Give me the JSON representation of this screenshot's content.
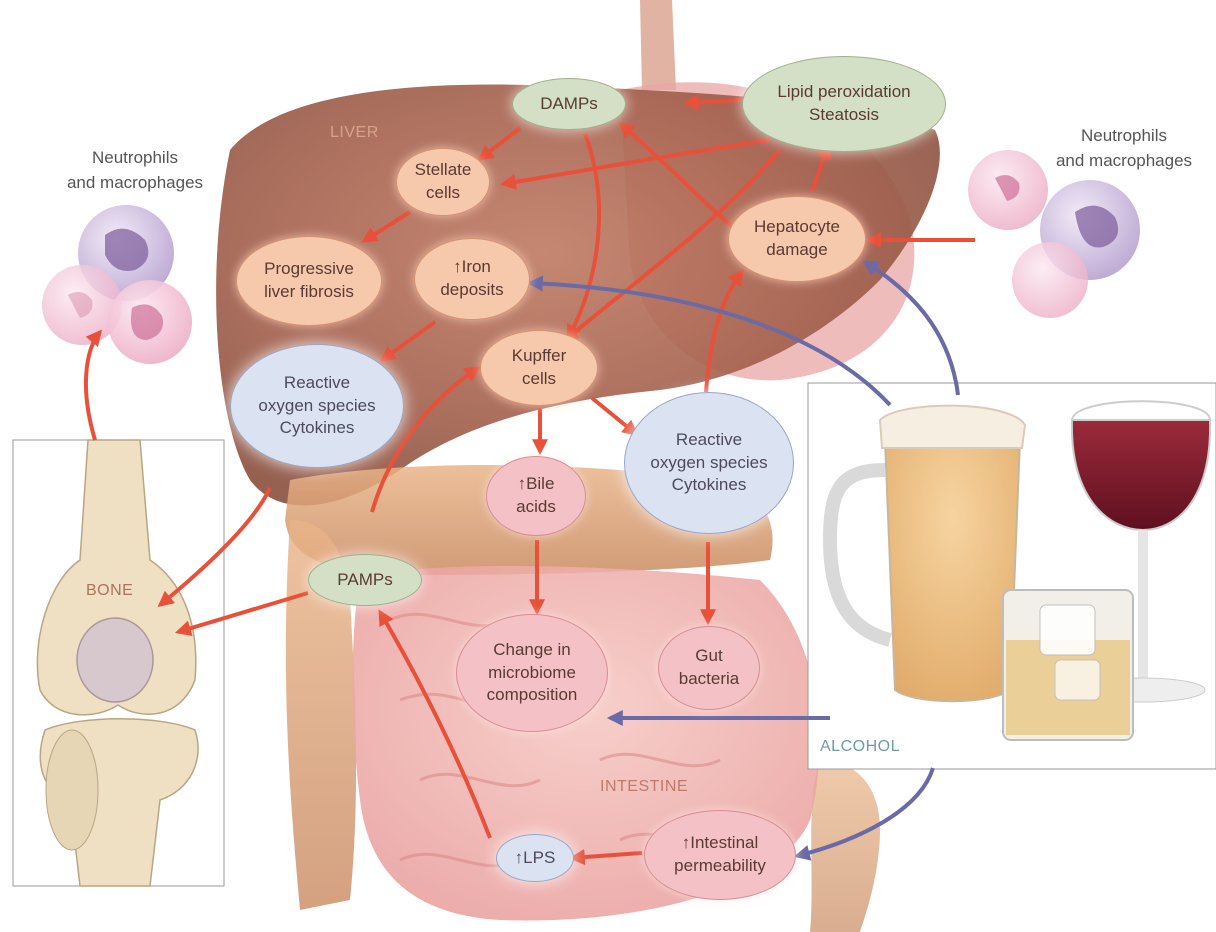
{
  "regions": {
    "liver": "LIVER",
    "bone": "BONE",
    "intestine": "INTESTINE",
    "alcohol": "ALCOHOL"
  },
  "labels": {
    "neutrophils_left": "Neutrophils\nand macrophages",
    "neutrophils_right": "Neutrophils\nand macrophages"
  },
  "nodes": {
    "damps": "DAMPs",
    "lipid": "Lipid peroxidation\nSteatosis",
    "stellate": "Stellate\ncells",
    "hepatocyte": "Hepatocyte\ndamage",
    "fibrosis": "Progressive\nliver fibrosis",
    "iron": "↑Iron\ndeposits",
    "kupffer": "Kupffer\ncells",
    "ros_left": "Reactive\noxygen species\nCytokines",
    "ros_right": "Reactive\noxygen species\nCytokines",
    "bile": "↑Bile\nacids",
    "pamps": "PAMPs",
    "microbiome": "Change in\nmicrobiome\ncomposition",
    "gut": "Gut\nbacteria",
    "permeability": "↑Intestinal\npermeability",
    "lps": "↑LPS"
  },
  "colors": {
    "arrow_red": "#e8503a",
    "arrow_blue": "#6a6aa6",
    "region_text": "#b0715a",
    "node_green": "#d3e0c6",
    "node_orange": "#f6c9ad",
    "node_blue": "#dbe3f2",
    "node_pink": "#f4c2c6"
  }
}
